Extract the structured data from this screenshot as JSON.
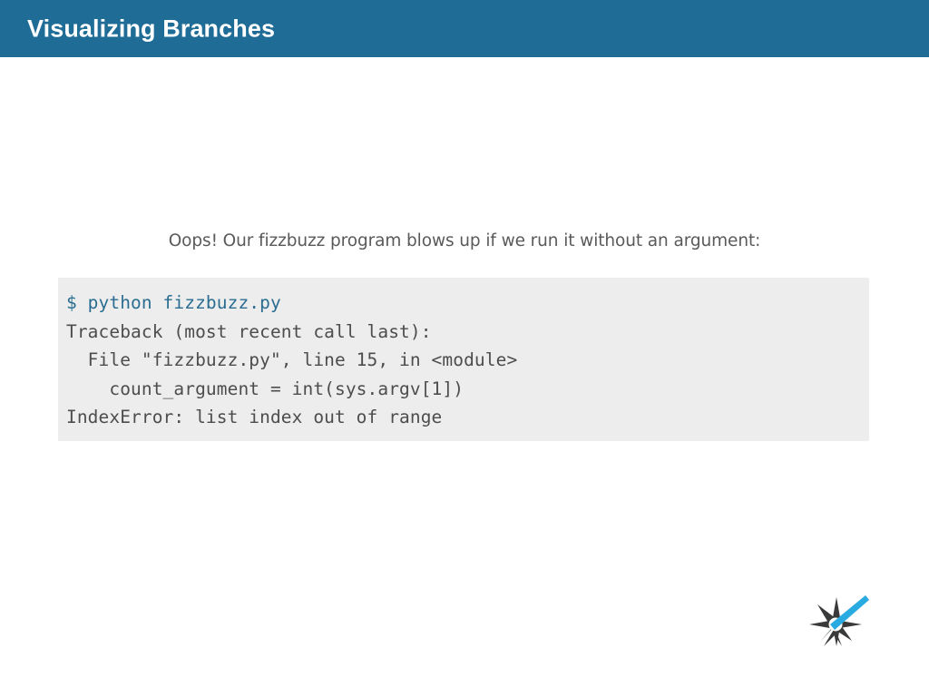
{
  "header": {
    "title": "Visualizing Branches",
    "background_color": "#1f6d97",
    "text_color": "#ffffff"
  },
  "main": {
    "caption": "Oops! Our fizzbuzz program blows up if we run it without an argument:",
    "caption_color": "#5a5a5a",
    "code_block": {
      "background_color": "#ededed",
      "text_color": "#4d4d4d",
      "prompt_color": "#2a6d91",
      "lines": [
        {
          "text": "$ python fizzbuzz.py",
          "style": "prompt"
        },
        {
          "text": "Traceback (most recent call last):",
          "style": "output"
        },
        {
          "text": "  File \"fizzbuzz.py\", line 15, in <module>",
          "style": "output"
        },
        {
          "text": "    count_argument = int(sys.argv[1])",
          "style": "output"
        },
        {
          "text": "IndexError: list index out of range",
          "style": "output"
        }
      ]
    }
  },
  "footer": {
    "logo": {
      "name": "starburst-logo-icon",
      "star_color": "#3a3a3a",
      "streak_color": "#29abe2",
      "center_color": "#ffffff"
    }
  }
}
